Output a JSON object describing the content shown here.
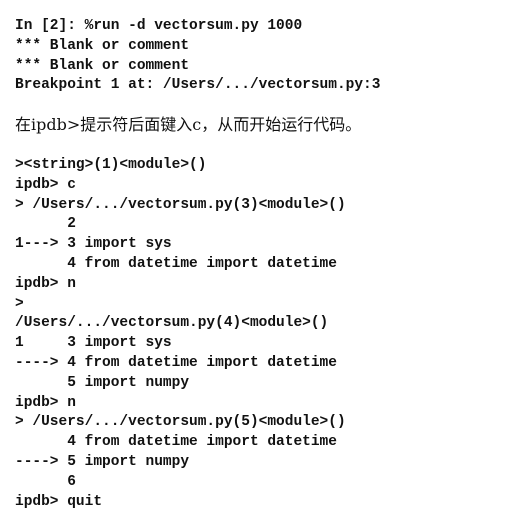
{
  "session_block_1": [
    "In [2]: %run -d vectorsum.py 1000",
    "*** Blank or comment",
    "*** Blank or comment",
    "Breakpoint 1 at: /Users/.../vectorsum.py:3"
  ],
  "instruction_text": "在ipdb>提示符后面键入c，从而开始运行代码。",
  "session_block_2": [
    "><string>(1)<module>()",
    "ipdb> c",
    "> /Users/.../vectorsum.py(3)<module>()",
    "      2",
    "1---> 3 import sys",
    "      4 from datetime import datetime",
    "ipdb> n",
    ">",
    "/Users/.../vectorsum.py(4)<module>()",
    "1     3 import sys",
    "----> 4 from datetime import datetime",
    "      5 import numpy",
    "ipdb> n",
    "> /Users/.../vectorsum.py(5)<module>()",
    "      4 from datetime import datetime",
    "----> 5 import numpy",
    "      6",
    "ipdb> quit"
  ]
}
